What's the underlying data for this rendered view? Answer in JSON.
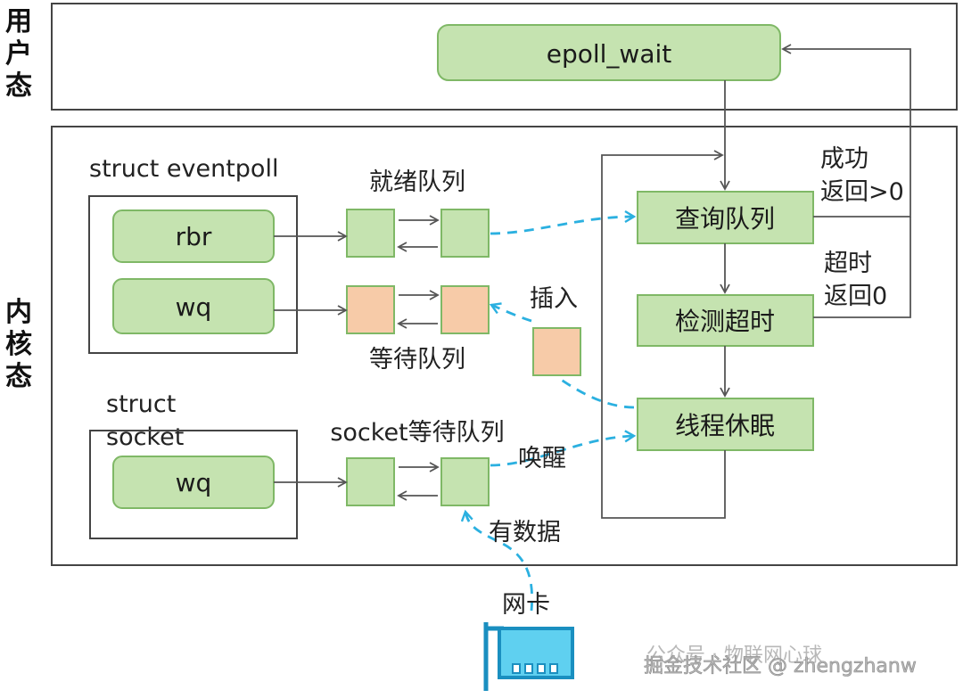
{
  "side_labels": {
    "user_mode": [
      "用",
      "户",
      "态"
    ],
    "kernel_mode": [
      "内",
      "核",
      "态"
    ]
  },
  "nodes": {
    "epoll_wait": "epoll_wait",
    "rbr": "rbr",
    "eventpoll_wq": "wq",
    "socket_wq": "wq",
    "query_queue": "查询队列",
    "check_timeout": "检测超时",
    "thread_sleep": "线程休眠"
  },
  "labels": {
    "struct_eventpoll": "struct eventpoll",
    "struct_socket_line1": "struct",
    "struct_socket_line2": "socket",
    "ready_list": "就绪队列",
    "wait_queue": "等待队列",
    "socket_wait_queue": "socket等待队列",
    "insert": "插入",
    "wakeup": "唤醒",
    "has_data": "有数据",
    "nic": "网卡",
    "success_line1": "成功",
    "success_line2": "返回>0",
    "timeout_line1": "超时",
    "timeout_line2": "返回0"
  },
  "watermark": {
    "line1": "公众号 · 物联网心球",
    "line2": "掘金技术社区 @ zhengzhanw"
  },
  "colors": {
    "node_fill": "#c5e3b0",
    "node_stroke": "#7fb866",
    "wait_fill": "#f7cba8",
    "dash": "#2bb0e0",
    "line": "#555555"
  }
}
